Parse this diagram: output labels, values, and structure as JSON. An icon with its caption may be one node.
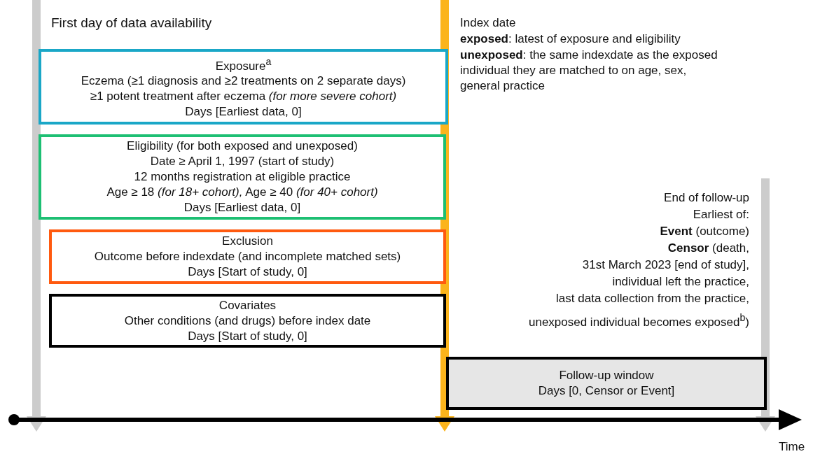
{
  "diagram": {
    "nodes": [
      {
        "text": [
          "Exposure$^{a}$",
          "Eczema (≥1 diagnosis and ≥2 treatments on 2 separate days)",
          "≥1 potent treatment after eczema *(for more severe cohort)*",
          "Days [Earliest data, 0]"
        ]
      },
      {
        "text": [
          "Eligibility (for both exposed and unexposed)",
          "Date ≥ April 1, 1997 (start of study)",
          "12 months registration at eligible practice",
          "Age ≥ 18 *(for 18+ cohort),* Age ≥ 40 *(for 40+ cohort)*",
          "Days [Earliest data, 0]"
        ]
      },
      {
        "text": [
          "Exclusion",
          "Outcome before indexdate (and incomplete matched sets)",
          "Days [Start of study, 0]"
        ]
      },
      {
        "text": [
          "Covariates",
          "Other conditions (and drugs) before index date",
          "Days [Start of study, 0]"
        ]
      },
      {
        "text": [
          "Follow-up window",
          "Days [0, Censor or Event]"
        ]
      }
    ],
    "labels": [
      "First day of data availability",
      "Index date",
      "**exposed**: latest of exposure and eligibility",
      "**unexposed**: the same indexdate as the exposed individual they are matched to on age, sex, general practice",
      "End of follow-up",
      "Earliest of:",
      "**Event** (outcome)",
      "**Censor** (death,",
      "31st March 2023 [end of study],",
      "individual left the practice,",
      "last data collection from the practice,",
      "unexposed individual becomes exposed$^{b}$)",
      "Time"
    ]
  }
}
